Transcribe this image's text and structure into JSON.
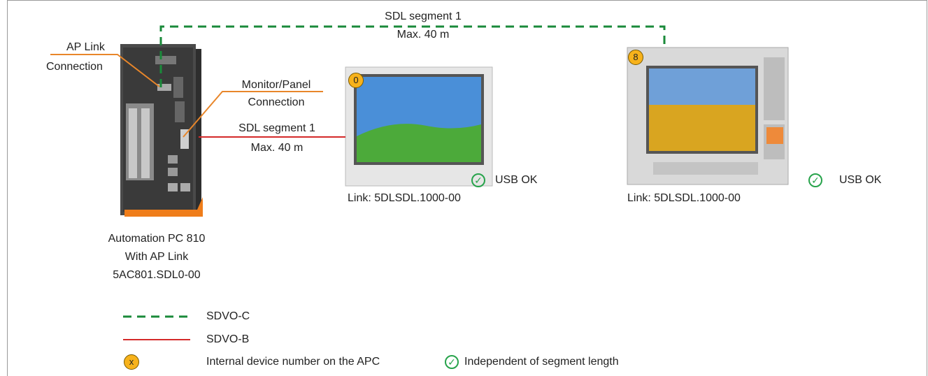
{
  "top_link": {
    "label": "SDL segment 1",
    "length": "Max. 40 m"
  },
  "apc": {
    "ap_link_label_1": "AP Link",
    "ap_link_label_2": "Connection",
    "monitor_label_1": "Monitor/Panel",
    "monitor_label_2": "Connection",
    "name_line_1": "Automation PC 810",
    "name_line_2": "With AP Link",
    "part_number": "5AC801.SDL0-00"
  },
  "mid_link": {
    "label": "SDL segment 1",
    "length": "Max. 40 m"
  },
  "panel_0": {
    "number": "0",
    "usb_status": "USB OK",
    "link": "Link: 5DLSDL.1000-00"
  },
  "panel_8": {
    "number": "8",
    "usb_status": "USB OK",
    "link": "Link: 5DLSDL.1000-00"
  },
  "legend": {
    "sdvo_c": "SDVO-C",
    "sdvo_b": "SDVO-B",
    "badge_symbol": "x",
    "device_number_desc": "Internal device number on the APC",
    "check_desc": "Independent of segment length"
  },
  "colors": {
    "sdvo_c": "#1a8a3a",
    "sdvo_b": "#d42a2a",
    "ap_link": "#e8862a",
    "badge": "#f7b21b",
    "check": "#27a34b"
  }
}
